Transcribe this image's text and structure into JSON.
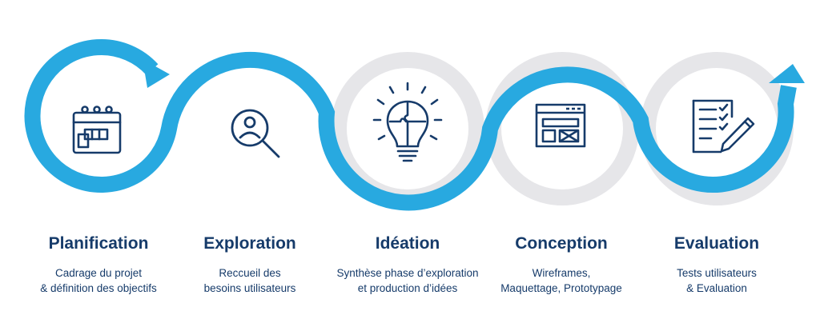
{
  "colors": {
    "primary": "#28a9e0",
    "ring_inactive": "#e6e6e9",
    "icon": "#163b6a",
    "text": "#163b6a"
  },
  "steps": [
    {
      "title": "Planification",
      "desc_line1": "Cadrage du projet",
      "desc_line2": "& définition des objectifs",
      "icon": "calendar-icon",
      "active": true
    },
    {
      "title": "Exploration",
      "desc_line1": "Reccueil des",
      "desc_line2": "besoins utilisateurs",
      "icon": "user-search-icon",
      "active": true
    },
    {
      "title": "Idéation",
      "desc_line1": "Synthèse phase d’exploration",
      "desc_line2": "et production d’idées",
      "icon": "lightbulb-puzzle-icon",
      "active": false
    },
    {
      "title": "Conception",
      "desc_line1": "Wireframes,",
      "desc_line2": "Maquettage, Prototypage",
      "icon": "wireframe-icon",
      "active": true
    },
    {
      "title": "Evaluation",
      "desc_line1": "Tests utilisateurs",
      "desc_line2": "& Evaluation",
      "icon": "checklist-pencil-icon",
      "active": false
    }
  ]
}
